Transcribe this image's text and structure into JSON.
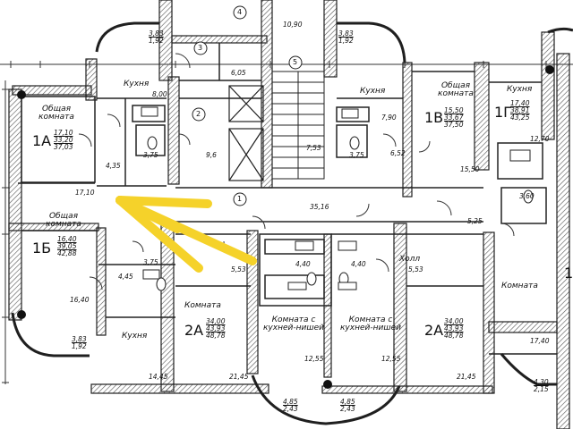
{
  "colors": {
    "wall": "#1f1f1f",
    "wall_fill": "#8c8c8c",
    "arrow": "#f5d22a",
    "line": "#222222"
  },
  "apartments": {
    "a1A": {
      "code": "1А",
      "room_title": "Общая комната",
      "areas": [
        "17,10",
        "33,20",
        "37,03"
      ],
      "living_area": "17,10"
    },
    "a1B": {
      "code": "1В",
      "room_title": "Общая комната",
      "areas": [
        "15,50",
        "33,67",
        "37,50"
      ],
      "living_area": "15,50"
    },
    "a1G": {
      "code": "1Г",
      "areas": [
        "17,40",
        "38,91",
        "43,25"
      ]
    },
    "a1Gpartial": {
      "code": "1"
    },
    "a1Bcyr": {
      "code": "1Б",
      "room_title": "Общая комната",
      "areas": [
        "16,40",
        "39,05",
        "42,88"
      ],
      "living_area": "16,40"
    },
    "a2A_left": {
      "code": "2А",
      "room_title": "Комната",
      "areas": [
        "34,00",
        "43,93",
        "48,78"
      ]
    },
    "a2A_right": {
      "code": "2А",
      "areas": [
        "34,00",
        "43,93",
        "48,78"
      ]
    }
  },
  "labels": {
    "kitchen_1": "Кухня",
    "kitchen_2": "Кухня",
    "kitchen_3": "Кухня",
    "kitchen_4": "Кухня",
    "room_niche_1": "Комната с\nкухней-нишей",
    "room_niche_2": "Комната с\nкухней-нишей",
    "hall": "Холл",
    "room_right": "Комната",
    "room_left_bottom": "Комната"
  },
  "values": {
    "v_10_90": "10,90",
    "v_3_83_top": "3,83",
    "v_1_92_top": "1,92",
    "v_3_83_top2": "3,83",
    "v_1_92_top2": "1,92",
    "v_8_00": "8,00",
    "v_6_05": "6,05",
    "v_9_6": "9,6",
    "v_7_53": "7,53",
    "v_7_90": "7,90",
    "v_3_75_a": "3,75",
    "v_3_75_b": "3,75",
    "v_3_75_c": "3,75",
    "v_4_35": "4,35",
    "v_6_52": "6,52",
    "v_12_70": "12,70",
    "v_3_60": "3,60",
    "v_35_16": "35,16",
    "v_5_25": "5,25",
    "v_4_45": "4,45",
    "v_5_53_a": "5,53",
    "v_4_40_a": "4,40",
    "v_4_40_b": "4,40",
    "v_5_53_b": "5,53",
    "v_3_83_bl": "3,83",
    "v_1_92_bl": "1,92",
    "v_14_45": "14,45",
    "v_21_45_a": "21,45",
    "v_12_55_a": "12,55",
    "v_12_55_b": "12,55",
    "v_21_45_b": "21,45",
    "v_17_40": "17,40",
    "v_4_30": "4,30",
    "v_2_15": "2,15",
    "v_4_85_a": "4,85",
    "v_2_43_a": "2,43",
    "v_4_85_b": "4,85",
    "v_2_43_b": "2,43"
  },
  "circles": {
    "c1": "1",
    "c2": "2",
    "c3": "3",
    "c4": "4",
    "c5": "5"
  }
}
